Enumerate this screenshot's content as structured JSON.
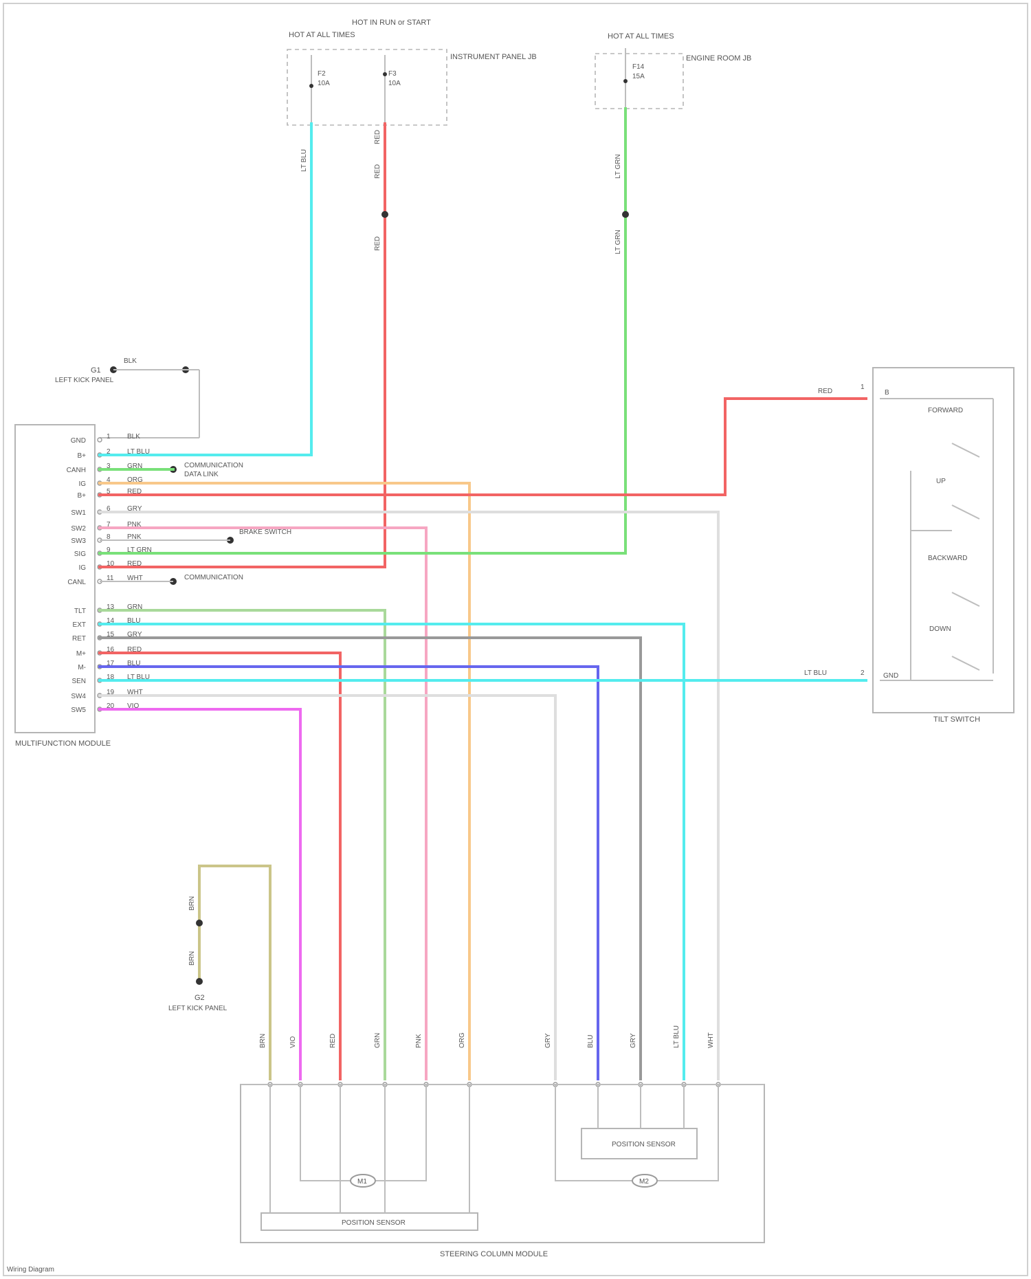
{
  "colors": {
    "red": "#f26464",
    "cyan": "#54ecee",
    "green": "#79e079",
    "orange": "#f8c88a",
    "pink": "#f6a6c2",
    "blue": "#6666ee",
    "gray": "#999999",
    "magenta": "#ee6af0",
    "yellow": "#cbc589",
    "lightgray": "#dedede",
    "lightgreen": "#a9d99a"
  },
  "top_left_block": {
    "fuse1_title": "HOT AT ALL TIMES",
    "fuse2_title": "HOT IN RUN or START",
    "fuse1_name": "F2",
    "fuse1_rating": "10A",
    "fuse2_name": "F3",
    "fuse2_rating": "10A",
    "description": "INSTRUMENT PANEL JB"
  },
  "top_right_block": {
    "fuse_title": "HOT AT ALL TIMES",
    "fuse_name": "F14",
    "fuse_rating": "15A",
    "description": "ENGINE ROOM JB"
  },
  "wires": {
    "cyan_top": "LT BLU",
    "red_top_a": "RED",
    "red_top_b": "RED",
    "red_top_c": "RED",
    "green_top_a": "LT GRN",
    "green_top_b": "LT GRN"
  },
  "ground_top": {
    "label_a": "G1",
    "label_b": "LEFT KICK PANEL",
    "wire": "BLK"
  },
  "module": {
    "caption": "MULTIFUNCTION MODULE",
    "pins": [
      {
        "signal": "GND",
        "num": "1",
        "color": "BLK"
      },
      {
        "signal": "B+",
        "num": "2",
        "color": "LT BLU"
      },
      {
        "signal": "CANH",
        "num": "3",
        "color": "GRN"
      },
      {
        "signal": "IG",
        "num": "4",
        "color": "ORG"
      },
      {
        "signal": "B+",
        "num": "5",
        "color": "RED"
      },
      {
        "signal": "SW1",
        "num": "6",
        "color": "GRY"
      },
      {
        "signal": "SW2",
        "num": "7",
        "color": "PNK"
      },
      {
        "signal": "SW3",
        "num": "8",
        "color": "PNK"
      },
      {
        "signal": "SIG",
        "num": "9",
        "color": "LT GRN"
      },
      {
        "signal": "IG",
        "num": "10",
        "color": "RED"
      },
      {
        "signal": "CANL",
        "num": "11",
        "color": "WHT"
      },
      {
        "signal": "",
        "num": "",
        "color": ""
      },
      {
        "signal": "TLT",
        "num": "13",
        "color": "GRN"
      },
      {
        "signal": "EXT",
        "num": "14",
        "color": "BLU"
      },
      {
        "signal": "RET",
        "num": "15",
        "color": "GRY"
      },
      {
        "signal": "M+",
        "num": "16",
        "color": "RED"
      },
      {
        "signal": "M-",
        "num": "17",
        "color": "BLU"
      },
      {
        "signal": "SEN",
        "num": "18",
        "color": "LT BLU"
      },
      {
        "signal": "SW4",
        "num": "19",
        "color": "WHT"
      },
      {
        "signal": "SW5",
        "num": "20",
        "color": "VIO"
      }
    ]
  },
  "module_notes": {
    "note1": "COMMUNICATION",
    "note2": "DATA LINK",
    "note3": "BRAKE SWITCH",
    "note4": "COMMUNICATION"
  },
  "right_switch": {
    "pin1": "1",
    "pin2": "2",
    "wire1": "RED",
    "wire2": "LT BLU",
    "label1": "FORWARD",
    "label2": "UP",
    "label3": "BACKWARD",
    "label4": "DOWN",
    "caption": "TILT SWITCH",
    "tag1": "B",
    "tag2": "GND"
  },
  "left_ground": {
    "wire_a": "BRN",
    "wire_b": "BRN",
    "label_a": "G2",
    "label_b": "LEFT KICK PANEL"
  },
  "bottom_wires": [
    "BRN",
    "VIO",
    "RED",
    "GRN",
    "PNK",
    "ORG",
    "GRY",
    "BLU",
    "GRY",
    "LT BLU",
    "WHT"
  ],
  "bottom_module": {
    "motor1": "M1",
    "motor2": "M2",
    "sensor1": "POSITION SENSOR",
    "sensor2": "POSITION SENSOR",
    "caption": "STEERING COLUMN MODULE"
  },
  "corner_note": "Wiring Diagram"
}
